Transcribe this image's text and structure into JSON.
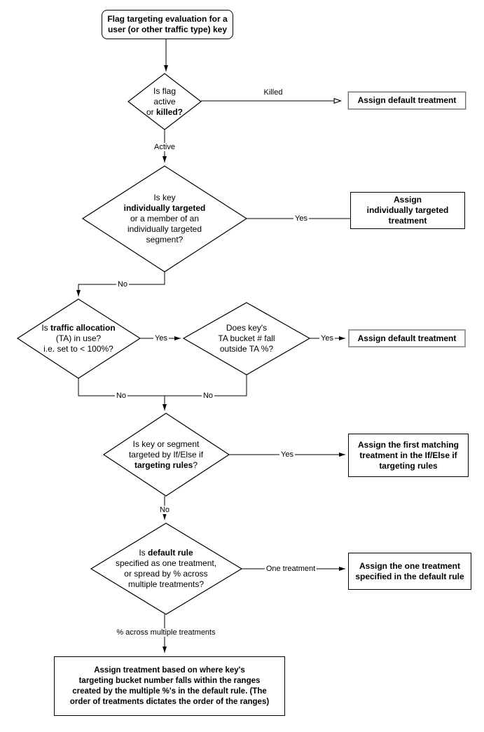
{
  "title": "Flag targeting evaluation flowchart",
  "colors": {
    "stroke": "#000000",
    "background": "#ffffff",
    "gray_border": "#9e9e9e"
  },
  "nodes": {
    "start": {
      "label": "Flag targeting evaluation for a user (or other traffic type) key"
    },
    "d1": {
      "l1": "Is flag",
      "l2": "active",
      "l3a": "or ",
      "l3b": "killed?"
    },
    "d2": {
      "l1": "Is key",
      "l2": "individually targeted",
      "l3": "or a member of an",
      "l4": "individually targeted",
      "l5": "segment?"
    },
    "d3": {
      "l1a": "Is ",
      "l1b": "traffic allocation",
      "l2": "(TA) in use?",
      "l3": "i.e. set to < 100%?"
    },
    "d4": {
      "l1": "Does key's",
      "l2": "TA bucket # fall",
      "l3": "outside TA %?"
    },
    "d5": {
      "l1": "Is key or segment",
      "l2": "targeted by If/Else if",
      "l3a": "targeting rules",
      "l3b": "?"
    },
    "d6": {
      "l1a": "Is ",
      "l1b": "default rule",
      "l2": "specified as one treatment,",
      "l3": "or spread by % across",
      "l4": "multiple treatments?"
    },
    "r1": {
      "label": "Assign default treatment"
    },
    "r2": {
      "l1": "Assign",
      "l2": "individually targeted",
      "l3": "treatment"
    },
    "r3": {
      "label": "Assign default treatment"
    },
    "r4": {
      "l1": "Assign the first matching",
      "l2": "treatment in the If/Else if",
      "l3": "targeting rules"
    },
    "r5": {
      "l1": "Assign the one treatment",
      "l2": "specified in the default rule"
    },
    "r6": {
      "l1": "Assign treatment based on where key's",
      "l2": "targeting bucket number falls within the ranges",
      "l3": "created by the multiple %'s in the default rule. (The",
      "l4": "order of treatments dictates the order of the ranges)"
    }
  },
  "edges": {
    "killed": "Killed",
    "active": "Active",
    "yes_individual": "Yes",
    "no_individual": "No",
    "yes_ta": "Yes",
    "yes_outside": "Yes",
    "no_ta": "No",
    "no_outside": "No",
    "yes_rules": "Yes",
    "no_rules": "No",
    "one_treatment": "One treatment",
    "pct_multiple": "% across multiple treatments"
  }
}
